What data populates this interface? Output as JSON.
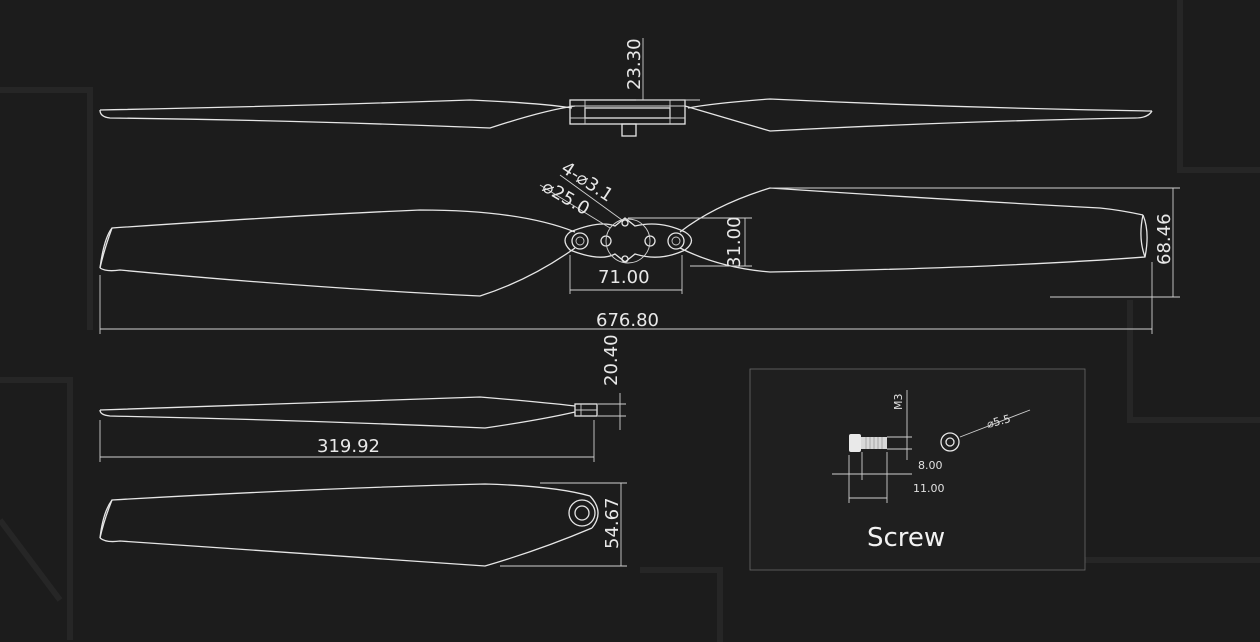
{
  "drawing": {
    "dims": {
      "hub_height": "23.30",
      "holes": "4-⌀3.1",
      "bore": "⌀25.0",
      "hub_width": "31.00",
      "hub_length": "71.00",
      "chord": "68.46",
      "overall_length": "676.80",
      "blade_thickness": "20.40",
      "blade_length": "319.92",
      "blade_chord": "54.67"
    },
    "screw": {
      "title": "Screw",
      "thread": "M3",
      "washer": "⌀5.5",
      "length": "8.00",
      "total": "11.00"
    }
  },
  "colors": {
    "background": "#1c1c1c",
    "line": "#e6e6e6"
  }
}
